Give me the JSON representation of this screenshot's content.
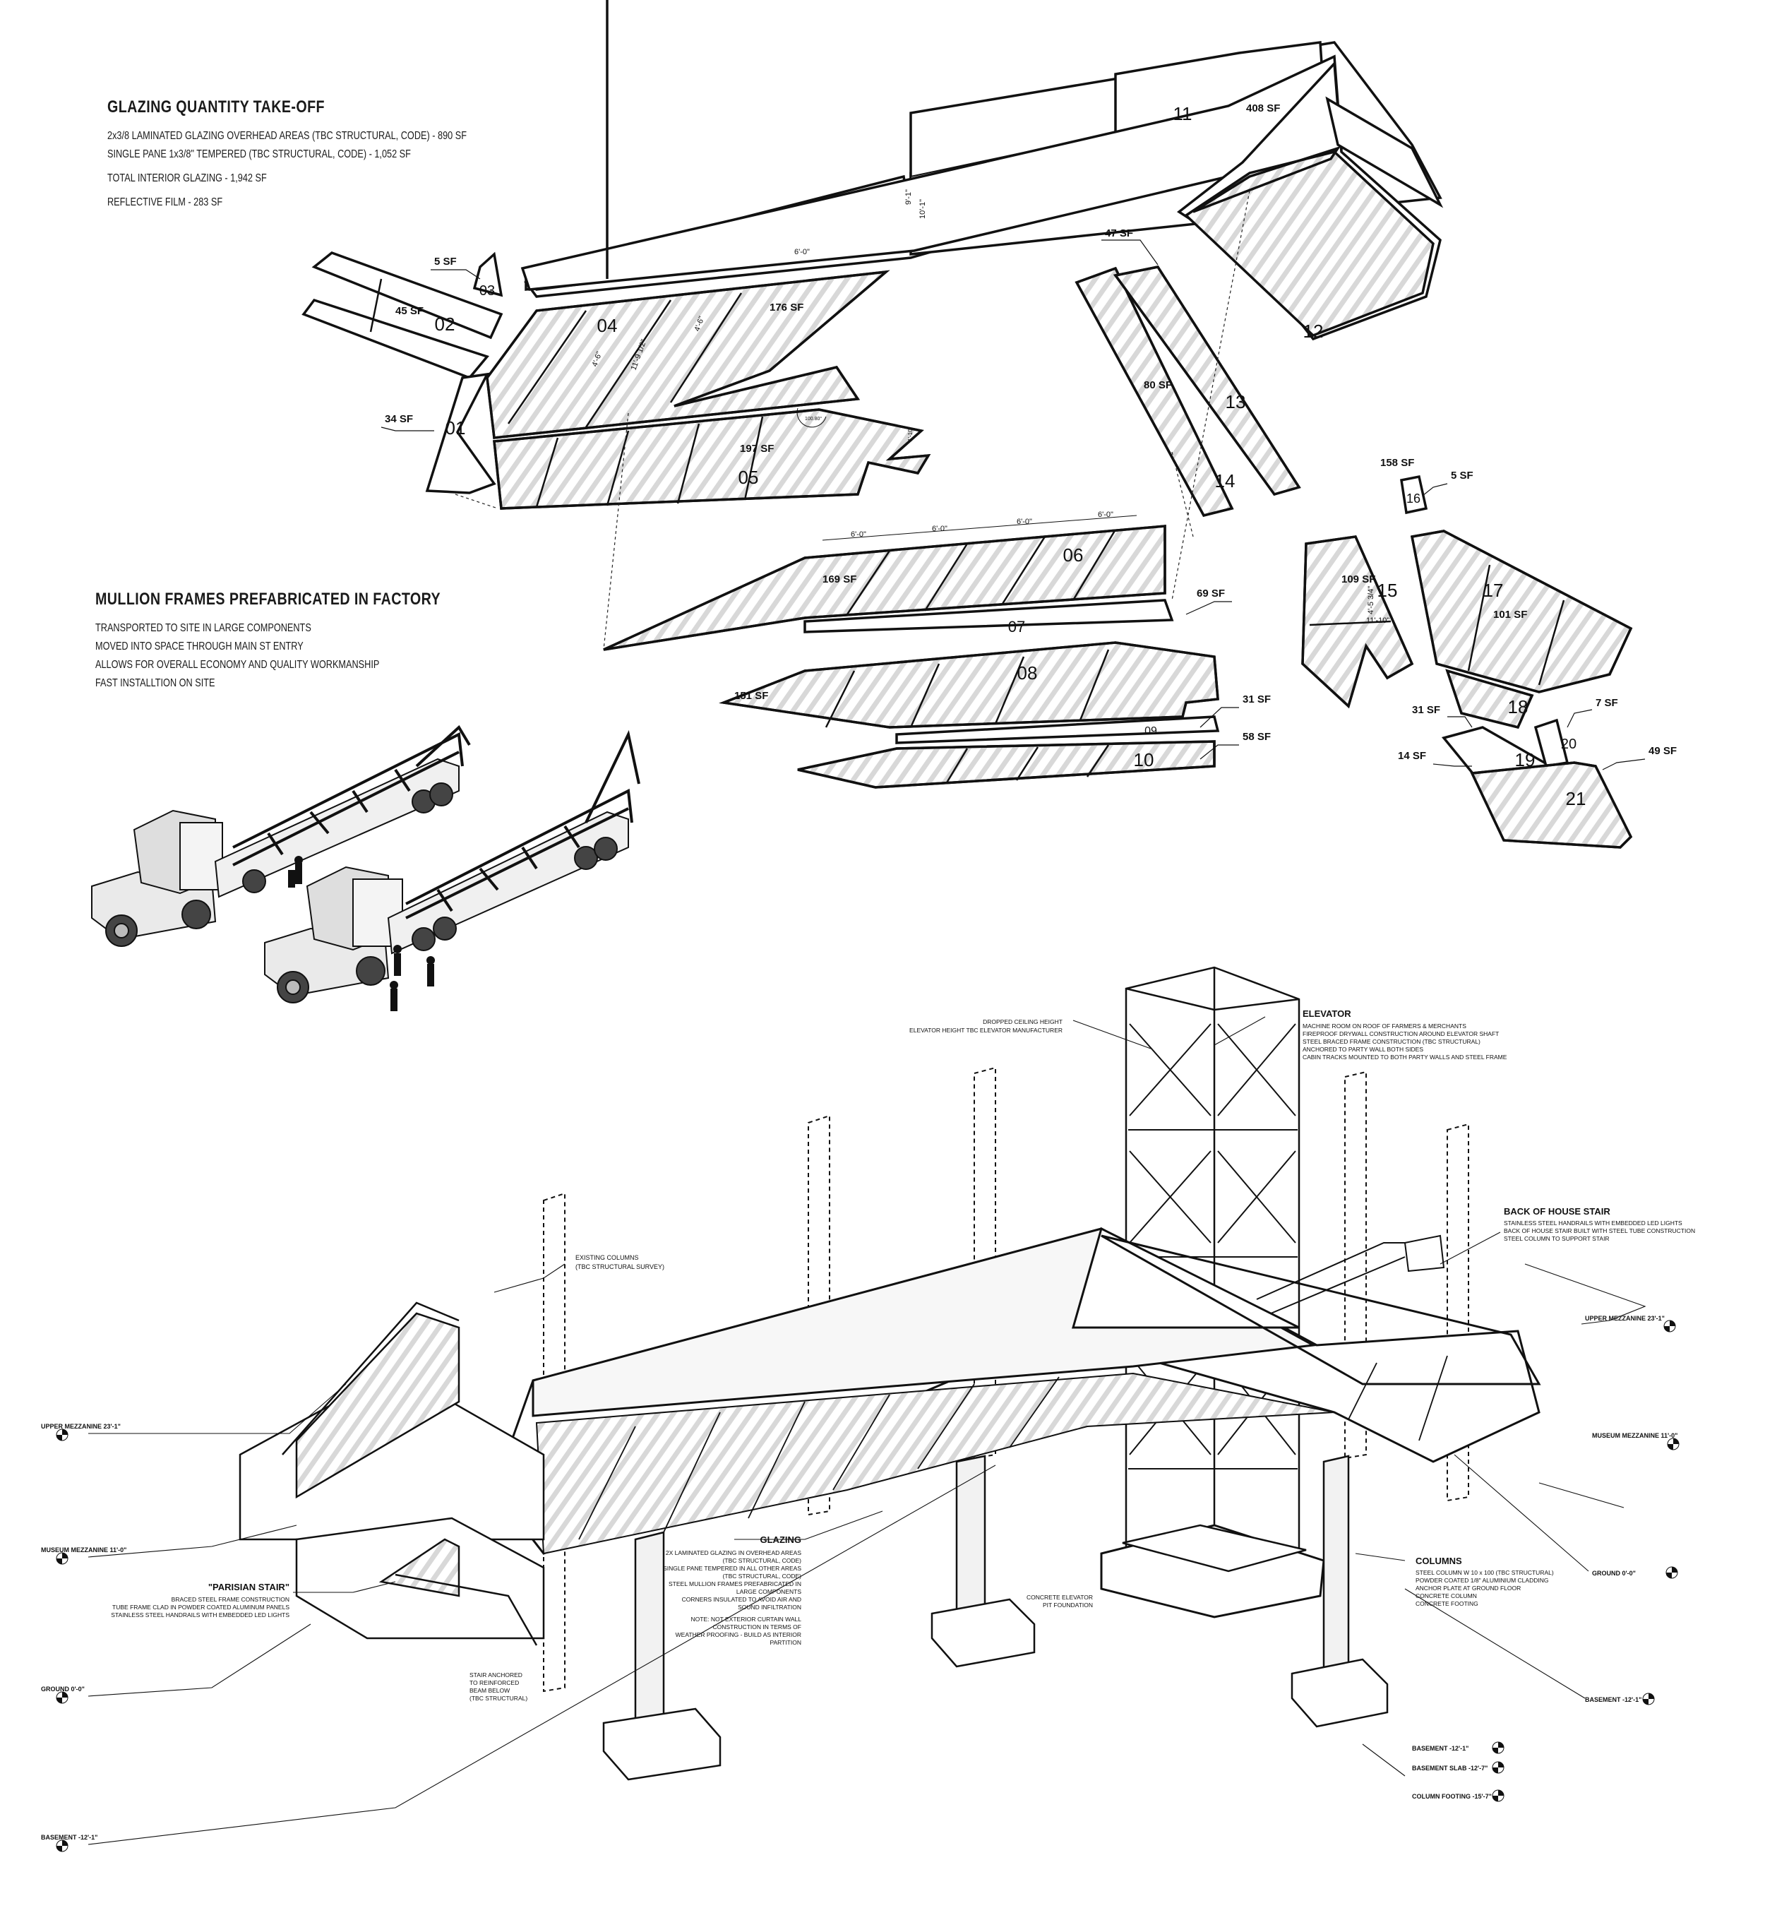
{
  "notes": {
    "takeoff": {
      "title": "GLAZING QUANTITY TAKE-OFF",
      "lines": [
        "2x3/8 LAMINATED GLAZING  OVERHEAD AREAS (TBC STRUCTURAL, CODE) - 890 SF",
        "SINGLE PANE 1x3/8\" TEMPERED (TBC STRUCTURAL, CODE) - 1,052 SF"
      ],
      "total": "TOTAL INTERIOR GLAZING - 1,942 SF",
      "film": "REFLECTIVE FILM - 283 SF"
    },
    "mullion": {
      "title": "MULLION FRAMES PREFABRICATED IN FACTORY",
      "lines": [
        "TRANSPORTED TO SITE IN LARGE COMPONENTS",
        "MOVED INTO SPACE THROUGH MAIN ST ENTRY",
        "ALLOWS FOR OVERALL ECONOMY AND QUALITY WORKMANSHIP",
        "FAST INSTALLTION ON SITE"
      ]
    }
  },
  "panels": {
    "p01": "01",
    "p02": "02",
    "p03": "03",
    "p04": "04",
    "p05": "05",
    "p06": "06",
    "p07": "07",
    "p08": "08",
    "p09": "09",
    "p10": "10",
    "p11": "11",
    "p12": "12",
    "p13": "13",
    "p14": "14",
    "p15": "15",
    "p16": "16",
    "p17": "17",
    "p18": "18",
    "p19": "19",
    "p20": "20",
    "p21": "21"
  },
  "areas": {
    "a01": "34 SF",
    "a02": "45 SF",
    "a03": "5 SF",
    "a04": "176 SF",
    "a05": "197 SF",
    "a06": "169 SF",
    "a07": "69 SF",
    "a08": "151 SF",
    "a09": "31 SF",
    "a10": "58 SF",
    "a11": "408 SF",
    "a12": "47 SF",
    "a13": "80 SF",
    "a14": "158 SF",
    "a16": "5 SF",
    "a15": "109 SF",
    "a17": "101 SF",
    "a18": "31 SF",
    "a19": "14 SF",
    "a20": "7 SF",
    "a21": "49 SF"
  },
  "dims": {
    "d6": "6'-0\"",
    "d4": "4'-6\"",
    "d11": "11'-9 1/2\"",
    "d10": "10'-1\"",
    "d9": "9'-1\"",
    "d5": "4'-5 3/4\"",
    "d1110": "11'-10\"",
    "d12": "1'-10\"",
    "dang": "100.80°"
  },
  "annotations": {
    "dropped": [
      "DROPPED CEILING HEIGHT",
      "ELEVATOR HEIGHT TBC ELEVATOR MANUFACTURER"
    ],
    "elevator": {
      "title": "ELEVATOR",
      "lines": [
        "MACHINE ROOM ON ROOF OF FARMERS & MERCHANTS",
        "FIREPROOF DRYWALL CONSTRUCTION AROUND ELEVATOR SHAFT",
        "STEEL BRACED FRAME CONSTRUCTION (TBC STRUCTURAL)",
        "ANCHORED TO PARTY WALL BOTH SIDES",
        "CABIN TRACKS MOUNTED TO BOTH PARTY WALLS AND STEEL FRAME"
      ]
    },
    "existing": [
      "EXISTING COLUMNS",
      "(TBC STRUCTURAL SURVEY)"
    ],
    "backstair": {
      "title": "BACK OF HOUSE STAIR",
      "lines": [
        "STAINLESS STEEL HANDRAILS WITH EMBEDDED LED LIGHTS",
        "BACK OF HOUSE STAIR BUILT WITH STEEL TUBE CONSTRUCTION",
        "STEEL COLUMN TO SUPPORT STAIR"
      ]
    },
    "glazing": {
      "title": "GLAZING",
      "lines": [
        "2X LAMINATED GLAZING IN OVERHEAD AREAS",
        "(TBC STRUCTURAL, CODE)",
        "SINGLE PANE TEMPERED IN ALL OTHER AREAS",
        "(TBC STRUCTURAL, CODE)",
        "STEEL MULLION FRAMES PREFABRICATED IN",
        "LARGE COMPONENTS",
        "CORNERS INSULATED TO AVOID AIR AND",
        "SOUND INFILTRATION",
        "NOTE: NOT EXTERIOR CURTAIN WALL",
        "CONSTRUCTION IN TERMS OF",
        "WEATHER PROOFING - BUILD AS INTERIOR",
        "PARTITION"
      ]
    },
    "columns": {
      "title": "COLUMNS",
      "lines": [
        "STEEL COLUMN W 10 x 100 (TBC STRUCTURAL)",
        "POWDER COATED 1/8\" ALUMINIUM CLADDING",
        "ANCHOR PLATE AT GROUND FLOOR",
        "CONCRETE COLUMN",
        "CONCRETE FOOTING"
      ]
    },
    "parisian": {
      "title": "\"PARISIAN STAIR\"",
      "lines": [
        "BRACED STEEL FRAME CONSTRUCTION",
        "TUBE FRAME CLAD IN POWDER COATED ALUMINUM PANELS",
        "STAINLESS STEEL HANDRAILS WITH EMBEDDED LED LIGHTS"
      ]
    },
    "stairanchor": [
      "STAIR ANCHORED",
      "TO REINFORCED",
      "BEAM BELOW",
      "(TBC STRUCTURAL)"
    ],
    "pitfound": [
      "CONCRETE ELEVATOR",
      "PIT FOUNDATION"
    ]
  },
  "levels": {
    "um_l": "UPPER MEZZANINE 23'-1\"",
    "mm_l": "MUSEUM MEZZANINE 11'-0\"",
    "g_l": "GROUND 0'-0\"",
    "b_l": "BASEMENT -12'-1\"",
    "um_r": "UPPER MEZZANINE 23'-1\"",
    "mm_r": "MUSEUM MEZZANINE 11'-0\"",
    "g_r": "GROUND 0'-0\"",
    "b_r": "BASEMENT -12'-1\"",
    "b1": "BASEMENT -12'-1\"",
    "bs": "BASEMENT SLAB -12'-7\"",
    "cf": "COLUMN FOOTING -15'-7\""
  }
}
